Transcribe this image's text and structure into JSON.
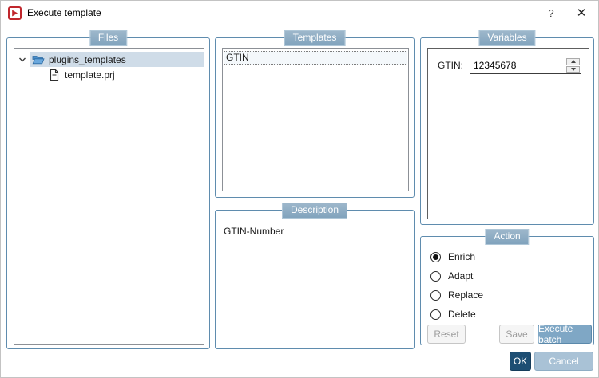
{
  "window": {
    "title": "Execute template",
    "help_label": "?",
    "close_label": "✕"
  },
  "colors": {
    "groupbox_border": "#5f8cae",
    "badge_bg": "#8fafc7",
    "tree_selection_bg": "#cfdce8",
    "accent_button_bg": "#7fa7c5",
    "ok_button_bg": "#1d4e73",
    "cancel_button_bg": "#a9c2d6",
    "app_icon_red": "#c0272d"
  },
  "files": {
    "header": "Files",
    "tree": [
      {
        "label": "plugins_templates",
        "type": "folder",
        "expanded": true,
        "selected": true
      },
      {
        "label": "template.prj",
        "type": "file",
        "selected": false
      }
    ]
  },
  "templates": {
    "header": "Templates",
    "items": [
      {
        "label": "GTIN",
        "selected": true
      }
    ]
  },
  "description": {
    "header": "Description",
    "text": "GTIN-Number"
  },
  "variables": {
    "header": "Variables",
    "fields": [
      {
        "label": "GTIN:",
        "value": "12345678"
      }
    ]
  },
  "action": {
    "header": "Action",
    "options": [
      {
        "label": "Enrich",
        "selected": true
      },
      {
        "label": "Adapt",
        "selected": false
      },
      {
        "label": "Replace",
        "selected": false
      },
      {
        "label": "Delete",
        "selected": false
      }
    ],
    "reset_label": "Reset",
    "save_label": "Save",
    "execute_batch_label": "Execute batch"
  },
  "footer": {
    "ok_label": "OK",
    "cancel_label": "Cancel"
  }
}
